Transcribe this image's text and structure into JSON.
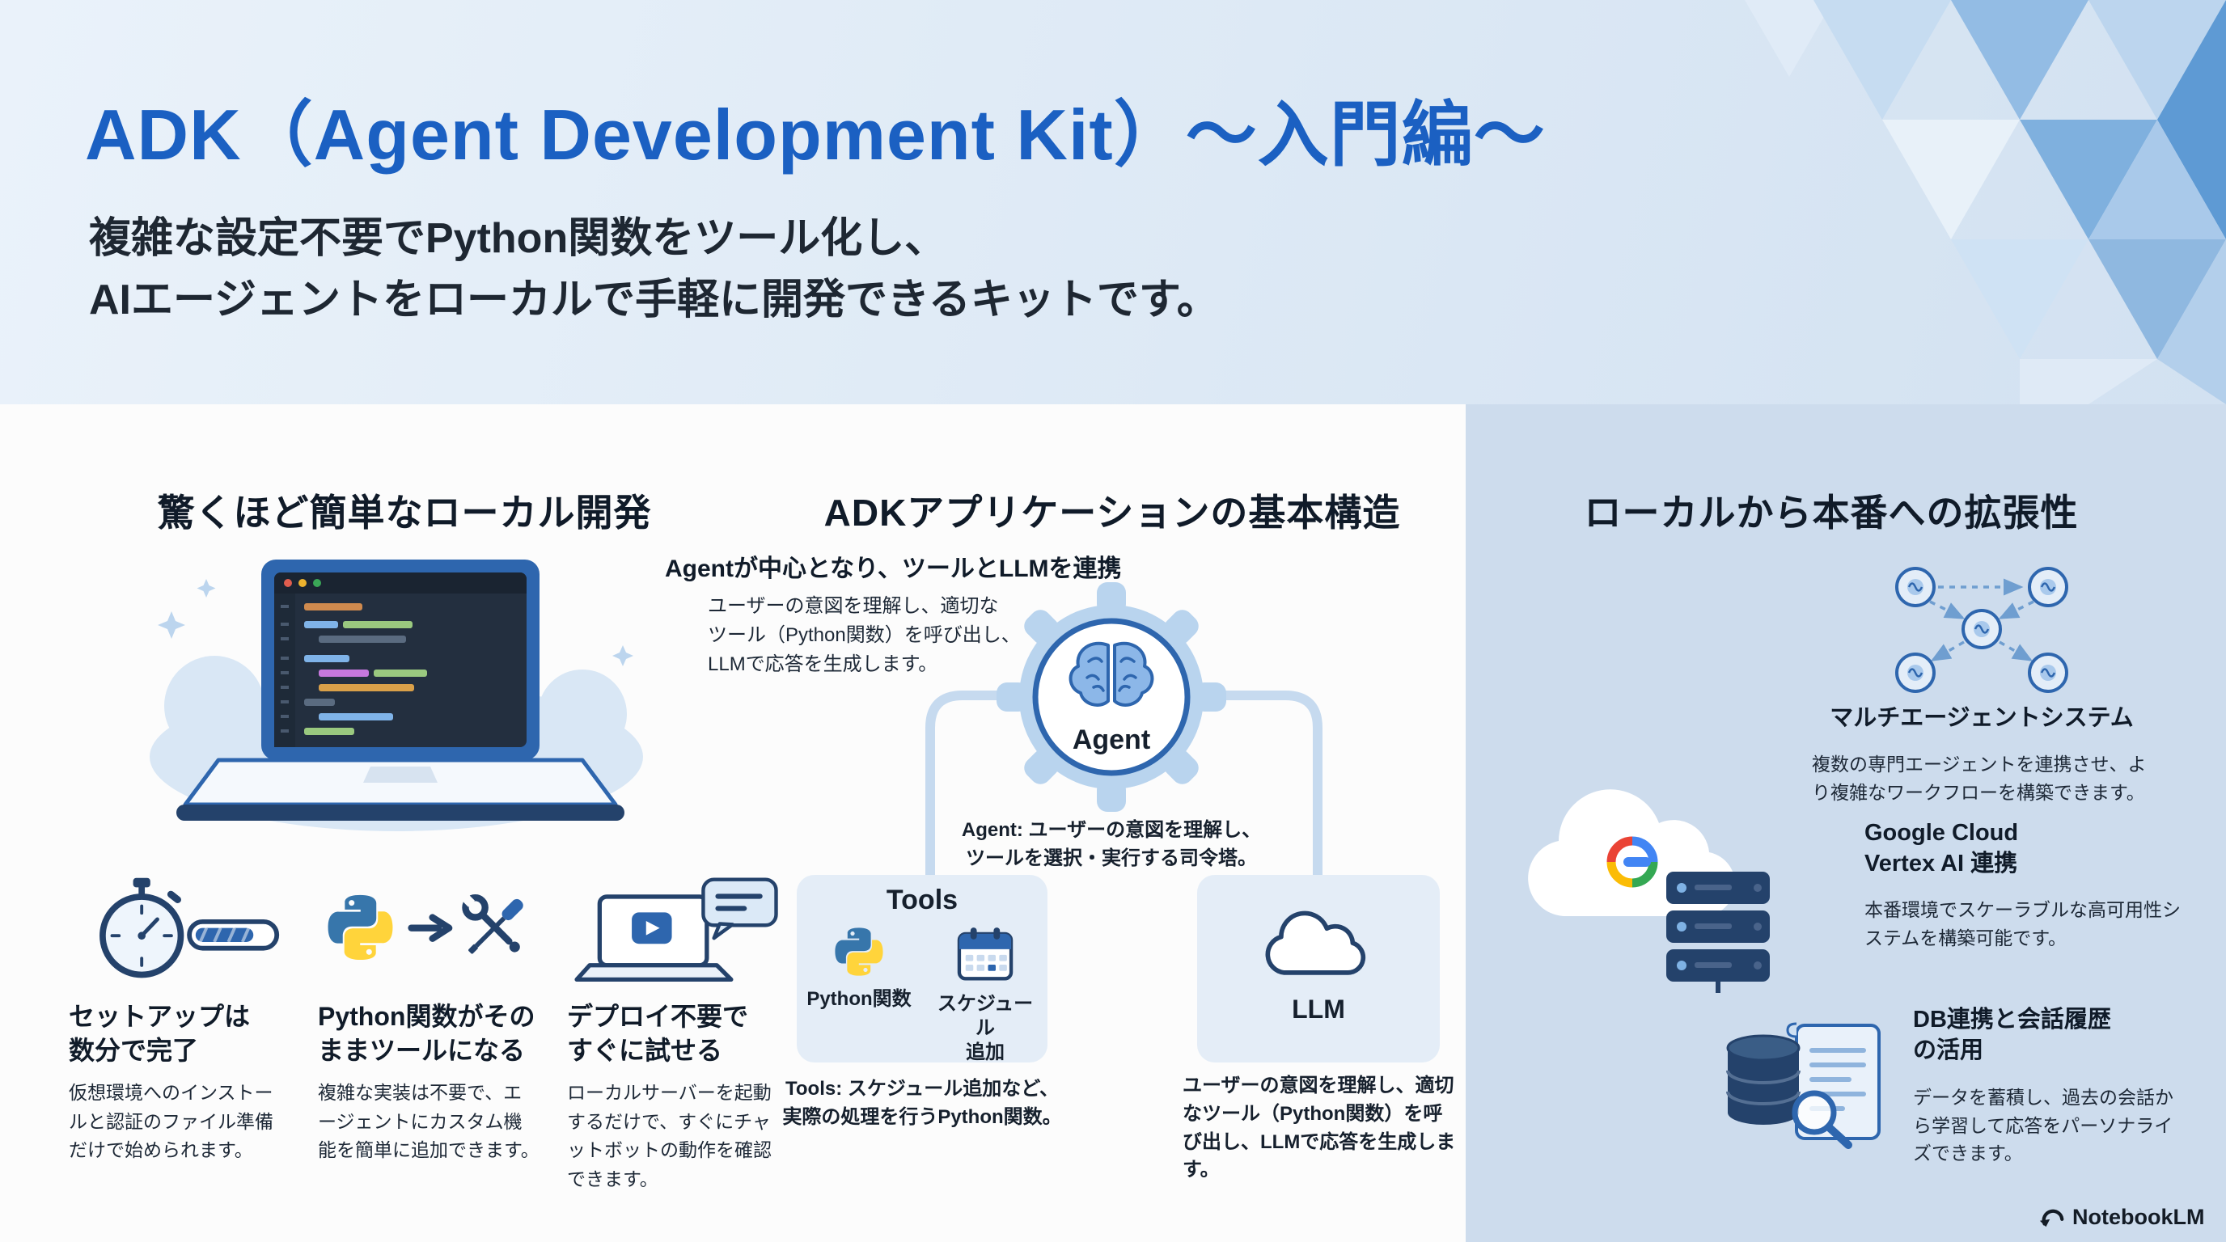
{
  "header": {
    "title": "ADK（Agent Development Kit）〜入門編〜",
    "subtitle_line1": "複雑な設定不要でPython関数をツール化し、",
    "subtitle_line2": "AIエージェントをローカルで手軽に開発できるキットです。"
  },
  "left_column": {
    "heading": "驚くほど簡単なローカル開発",
    "features": [
      {
        "title": "セットアップは\n数分で完了",
        "body": "仮想環境へのインストールと認証のファイル準備だけで始められます。"
      },
      {
        "title": "Python関数がその\nままツールになる",
        "body": "複雑な実装は不要で、エージェントにカスタム機能を簡単に追加できます。"
      },
      {
        "title": "デプロイ不要で\nすぐに試せる",
        "body": "ローカルサーバーを起動するだけで、すぐにチャットボットの動作を確認できます。"
      }
    ]
  },
  "center_column": {
    "heading": "ADKアプリケーションの基本構造",
    "subheading": "Agentが中心となり、ツールとLLMを連携",
    "agent_note": "ユーザーの意図を理解し、適切な\nツール（Python関数）を呼び出し、\nLLMで応答を生成します。",
    "agent_label": "Agent",
    "agent_caption": "Agent: ユーザーの意図を理解し、\nツールを選択・実行する司令塔。",
    "tools": {
      "title": "Tools",
      "item1_label": "Python関数",
      "item2_label": "スケジュール\n追加",
      "caption": "Tools: スケジュール追加など、\n実際の処理を行うPython関数。"
    },
    "llm": {
      "title": "LLM",
      "caption": "ユーザーの意図を理解し、適切なツール（Python関数）を呼び出し、LLMで応答を生成します。"
    }
  },
  "right_column": {
    "heading": "ローカルから本番への拡張性",
    "sections": [
      {
        "title": "マルチエージェントシステム",
        "body": "複数の専門エージェントを連携させ、より複雑なワークフローを構築できます。"
      },
      {
        "title": "Google Cloud\nVertex AI 連携",
        "body": "本番環境でスケーラブルな高可用性システムを構築可能です。"
      },
      {
        "title": "DB連携と会話履歴\nの活用",
        "body": "データを蓄積し、過去の会話から学習して応答をパーソナライズできます。"
      }
    ]
  },
  "footer": {
    "brand": "NotebookLM"
  },
  "colors": {
    "title_blue": "#1b60c2",
    "panel_blue": "#cddced",
    "box_blue": "#e4edf7",
    "accent_navy": "#24426b",
    "accent_blue": "#2e66ae"
  }
}
